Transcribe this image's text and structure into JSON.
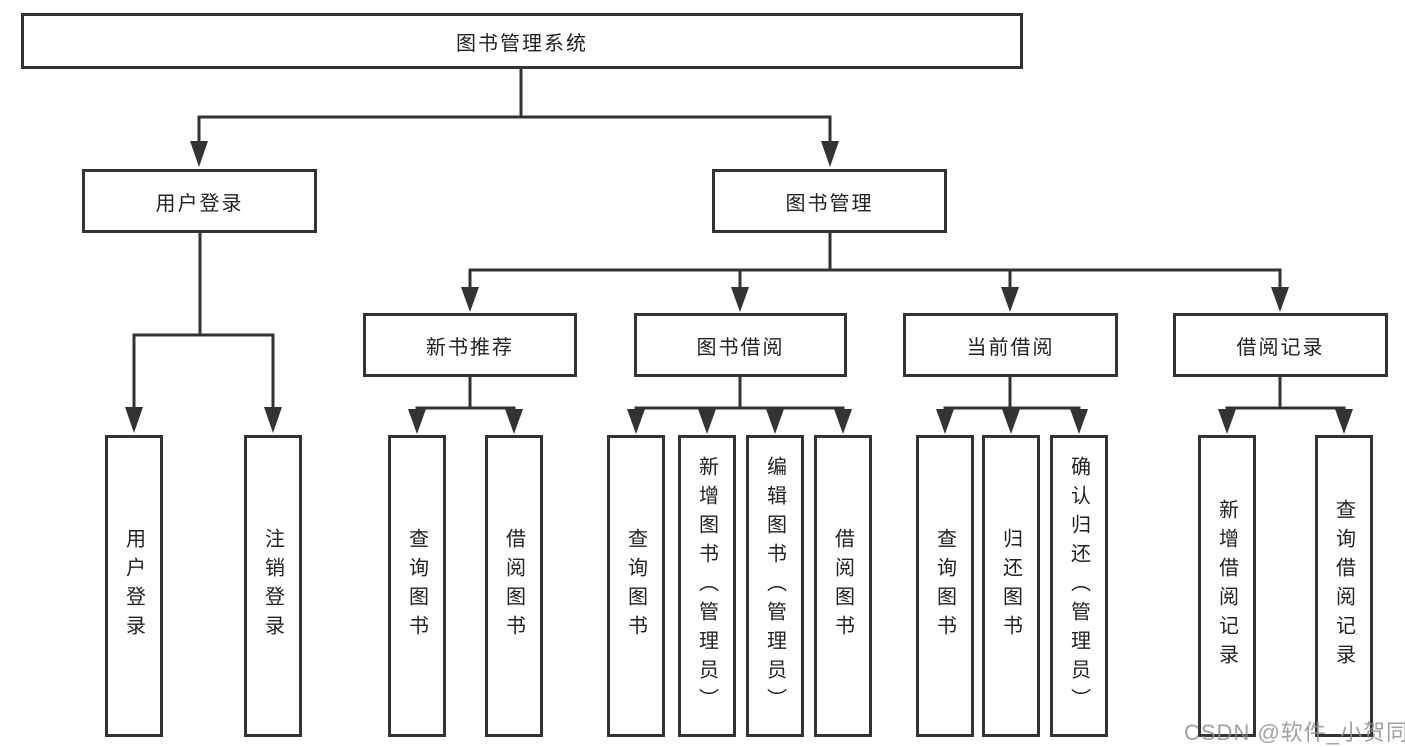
{
  "diagram_type": "hierarchy-tree",
  "colors": {
    "line": "#333333",
    "box_border": "#333333",
    "box_background": "#ffffff",
    "text": "#222222",
    "watermark": "#919191"
  },
  "tree": {
    "root": "图书管理系统",
    "branches": [
      {
        "label": "用户登录",
        "children": [
          "用户登录",
          "注销登录"
        ]
      },
      {
        "label": "图书管理",
        "groups": [
          {
            "label": "新书推荐",
            "children": [
              "查询图书",
              "借阅图书"
            ]
          },
          {
            "label": "图书借阅",
            "children": [
              "查询图书",
              "新增图书（管理员）",
              "编辑图书（管理员）",
              "借阅图书"
            ]
          },
          {
            "label": "当前借阅",
            "children": [
              "查询图书",
              "归还图书",
              "确认归还（管理员）"
            ]
          },
          {
            "label": "借阅记录",
            "children": [
              "新增借阅记录",
              "查询借阅记录"
            ]
          }
        ]
      }
    ]
  },
  "watermark": "CSDN @软件_小贺同学"
}
